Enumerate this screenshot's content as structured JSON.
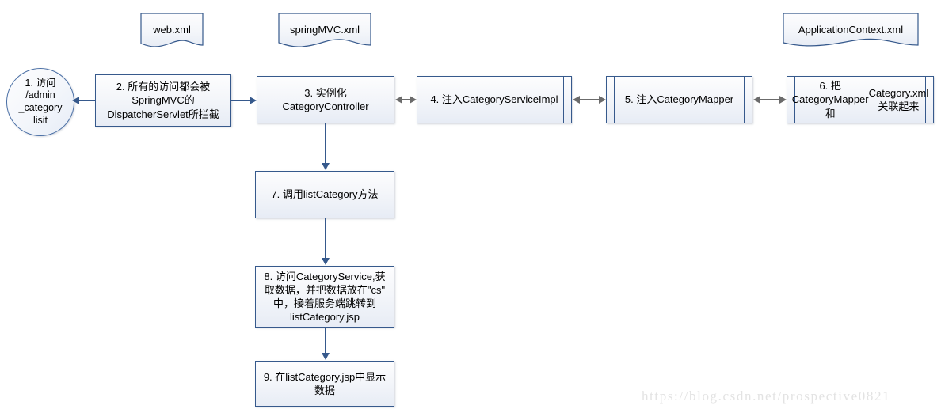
{
  "diagram": {
    "title": "SpringMVC Category List Flow",
    "colors": {
      "node_border": "#36598c",
      "node_fill_top": "#fdfdfe",
      "node_fill_bottom": "#e7ecf5",
      "connector": "#36598c",
      "bidirectional_arrow": "#6b6b6b",
      "watermark": "#e3e3e3"
    },
    "documents": [
      {
        "id": "doc-web-xml",
        "label": "web.xml"
      },
      {
        "id": "doc-springmvc-xml",
        "label": "springMVC.xml"
      },
      {
        "id": "doc-applicationcontext-xml",
        "label": "ApplicationContext.xml"
      }
    ],
    "nodes": [
      {
        "id": "node-1",
        "shape": "circle",
        "lines": [
          "1.  访问",
          "/admin",
          "_category",
          "lisit"
        ]
      },
      {
        "id": "node-2",
        "shape": "process",
        "lines": [
          "2.  所有的访问都会被",
          "SpringMVC的",
          "DispatcherServlet所拦截"
        ]
      },
      {
        "id": "node-3",
        "shape": "process",
        "lines": [
          "3.  实例化",
          "CategoryController"
        ]
      },
      {
        "id": "node-4",
        "shape": "subprocess",
        "lines": [
          "4.  注入CategoryServiceImpl"
        ]
      },
      {
        "id": "node-5",
        "shape": "subprocess",
        "lines": [
          "5.  注入CategoryMapper"
        ]
      },
      {
        "id": "node-6",
        "shape": "subprocess",
        "lines": [
          "6. 把CategoryMapper和",
          "Category.xml关联起来"
        ]
      },
      {
        "id": "node-7",
        "shape": "process",
        "lines": [
          "7.  调用listCategory方法"
        ]
      },
      {
        "id": "node-8",
        "shape": "process",
        "lines": [
          "8.  访问CategoryService,获",
          "取数据，并把数据放在\"cs\"",
          "中，接着服务端跳转到",
          "listCategory.jsp"
        ]
      },
      {
        "id": "node-9",
        "shape": "process",
        "lines": [
          "9.  在listCategory.jsp中显示",
          "数据"
        ]
      }
    ],
    "connectors": [
      {
        "id": "conn-2-to-1",
        "from": "node-2",
        "to": "node-1",
        "style": "single-arrow-left"
      },
      {
        "id": "conn-2-to-3",
        "from": "node-2",
        "to": "node-3",
        "style": "single-arrow-right"
      },
      {
        "id": "conn-3-to-4",
        "from": "node-3",
        "to": "node-4",
        "style": "double-arrow"
      },
      {
        "id": "conn-4-to-5",
        "from": "node-4",
        "to": "node-5",
        "style": "double-arrow"
      },
      {
        "id": "conn-5-to-6",
        "from": "node-5",
        "to": "node-6",
        "style": "double-arrow"
      },
      {
        "id": "conn-3-to-7",
        "from": "node-3",
        "to": "node-7",
        "style": "single-arrow-down"
      },
      {
        "id": "conn-7-to-8",
        "from": "node-7",
        "to": "node-8",
        "style": "single-arrow-down"
      },
      {
        "id": "conn-8-to-9",
        "from": "node-8",
        "to": "node-9",
        "style": "single-arrow-down"
      }
    ],
    "watermark": "https://blog.csdn.net/prospective0821"
  }
}
